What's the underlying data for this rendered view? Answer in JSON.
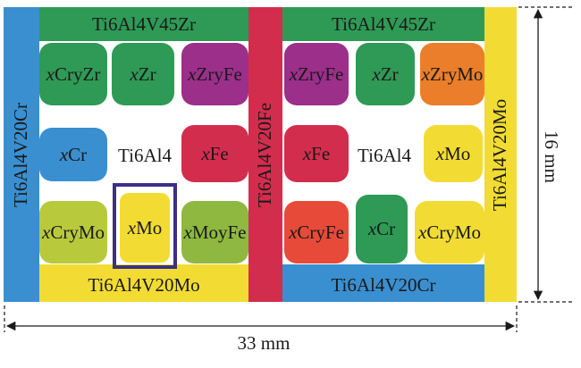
{
  "colors": {
    "blue": "#3a8fd0",
    "green": "#2e9a55",
    "red": "#d32d4e",
    "yellow": "#f2dc33",
    "yellowgreen": "#b8c93c",
    "purple": "#9b2f8a",
    "orange": "#ea7e2a",
    "frame": "#3b2f88"
  },
  "left": {
    "top_bar": "Ti6Al4V45Zr",
    "side_bar": "Ti6Al4V20Cr",
    "bottom_bar": "Ti6Al4V20Mo",
    "center": "Ti6Al4",
    "tiles": [
      {
        "x": "x",
        "el": "CryZr"
      },
      {
        "x": "x",
        "el": "Zr"
      },
      {
        "x": "x",
        "el": "ZryFe"
      },
      {
        "x": "x",
        "el": "Cr"
      },
      {
        "x": "x",
        "el": "Fe"
      },
      {
        "x": "x",
        "el": "CryMo"
      },
      {
        "x": "x",
        "el": "Mo"
      },
      {
        "x": "x",
        "el": "MoyFe"
      }
    ]
  },
  "middle_bar": "Ti6Al4V20Fe",
  "right": {
    "top_bar": "Ti6Al4V45Zr",
    "side_bar": "Ti6Al4V20Mo",
    "bottom_bar": "Ti6Al4V20Cr",
    "center": "Ti6Al4",
    "tiles": [
      {
        "x": "x",
        "el": "ZryFe"
      },
      {
        "x": "x",
        "el": "Zr"
      },
      {
        "x": "x",
        "el": "ZryMo"
      },
      {
        "x": "x",
        "el": "Fe"
      },
      {
        "x": "x",
        "el": "Mo"
      },
      {
        "x": "x",
        "el": "CryFe"
      },
      {
        "x": "x",
        "el": "Cr"
      },
      {
        "x": "x",
        "el": "CryMo"
      }
    ]
  },
  "dimensions": {
    "width": "33 mm",
    "height": "16 mm"
  }
}
